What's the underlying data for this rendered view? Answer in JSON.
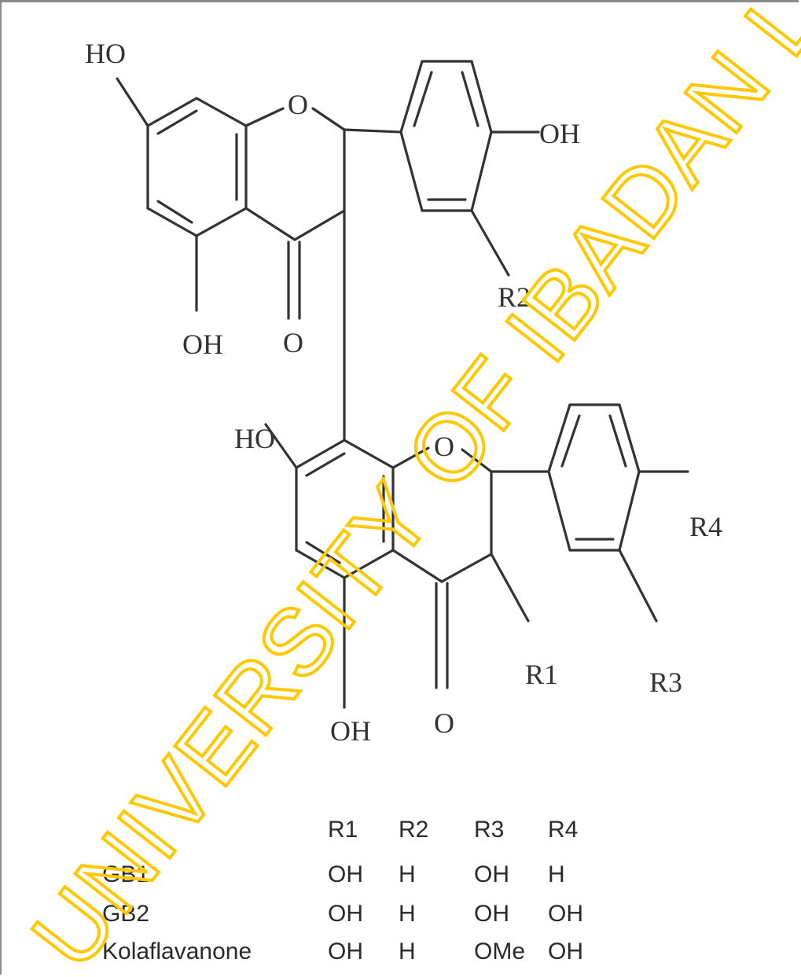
{
  "atoms": {
    "ho_a": "HO",
    "o_ring_a": "O",
    "oh_b": "OH",
    "r2": "R2",
    "oh_c": "OH",
    "o_keto_a": "O",
    "ho_d": "HO",
    "o_ring_b": "O",
    "r4": "R4",
    "r1": "R1",
    "r3": "R3",
    "oh_e": "OH",
    "o_keto_b": "O"
  },
  "table": {
    "headers": [
      "R1",
      "R2",
      "R3",
      "R4"
    ],
    "rows": [
      {
        "name": "GB1",
        "values": [
          "OH",
          "H",
          "OH",
          "H"
        ]
      },
      {
        "name": "GB2",
        "values": [
          "OH",
          "H",
          "OH",
          "OH"
        ]
      },
      {
        "name": "Kolaflavanone",
        "values": [
          "OH",
          "H",
          "OMe",
          "OH"
        ]
      }
    ]
  },
  "watermark": {
    "text": "UNIVERSITY OF IBADAN LIBRARY",
    "color": "#ffc800"
  }
}
